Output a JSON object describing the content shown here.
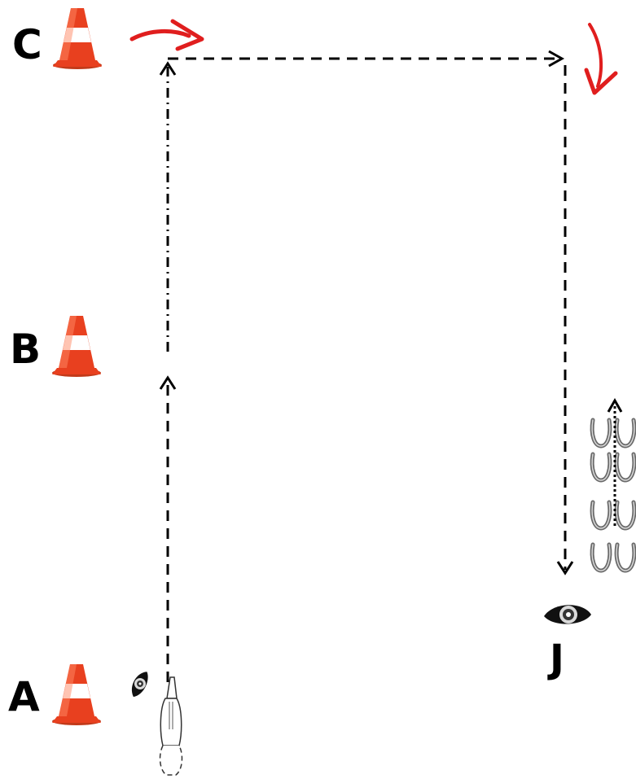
{
  "stations": [
    {
      "letter": "C",
      "icon": "traffic-cone-icon"
    },
    {
      "letter": "B",
      "icon": "traffic-cone-icon"
    },
    {
      "letter": "A",
      "icon": "traffic-cone-icon"
    }
  ],
  "judge": {
    "letter": "J",
    "icon": "eye-icon"
  },
  "colors": {
    "cone_orange": "#e8401f",
    "cone_stripe": "#ffffff",
    "turn_arrow_red": "#e01e1e",
    "path_black": "#000000",
    "horseshoe_gray": "#888888"
  },
  "horseshoes": {
    "rows": 4,
    "columns": 2,
    "icon": "horseshoe-icon"
  }
}
